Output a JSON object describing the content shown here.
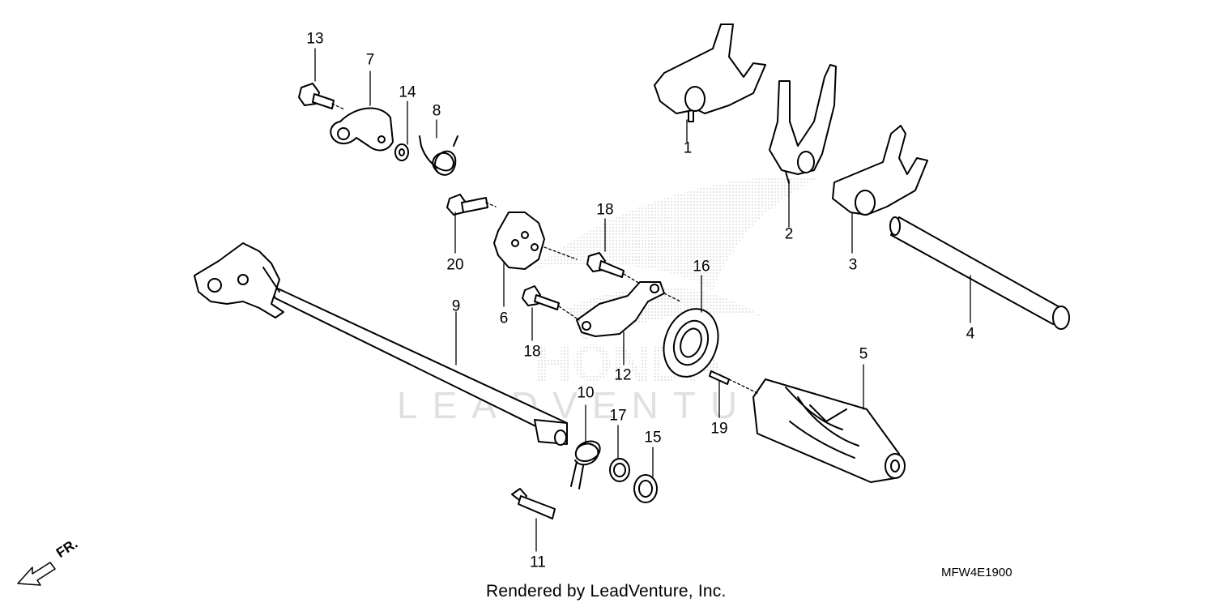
{
  "diagram": {
    "callouts": [
      {
        "label": "1"
      },
      {
        "label": "2"
      },
      {
        "label": "3"
      },
      {
        "label": "4"
      },
      {
        "label": "5"
      },
      {
        "label": "6"
      },
      {
        "label": "7"
      },
      {
        "label": "8"
      },
      {
        "label": "9"
      },
      {
        "label": "10"
      },
      {
        "label": "11"
      },
      {
        "label": "12"
      },
      {
        "label": "13"
      },
      {
        "label": "14"
      },
      {
        "label": "15"
      },
      {
        "label": "16"
      },
      {
        "label": "17"
      },
      {
        "label": "18"
      },
      {
        "label": "18"
      },
      {
        "label": "19"
      },
      {
        "label": "20"
      }
    ],
    "diagram_code": "MFW4E1900",
    "direction_label": "FR.",
    "footer": "Rendered by LeadVenture, Inc.",
    "watermark": "LEADVENTURE",
    "line_color": "#000000",
    "watermark_color": "#d6d6d6"
  }
}
